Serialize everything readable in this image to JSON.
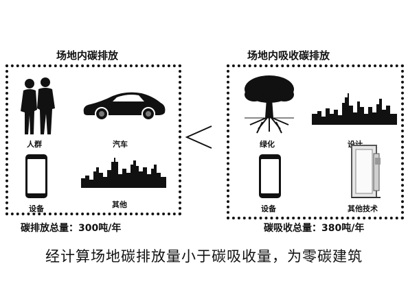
{
  "left_panel": {
    "title": "场地内碳排放",
    "items": [
      {
        "label": "人群",
        "icon": "people-icon"
      },
      {
        "label": "汽车",
        "icon": "car-icon"
      },
      {
        "label": "设备",
        "icon": "phone-icon"
      },
      {
        "label": "其他",
        "icon": "city-skyline-icon"
      }
    ],
    "total": "碳排放总量：300吨/年"
  },
  "comparator": "<",
  "right_panel": {
    "title": "场地内吸收碳排放",
    "items": [
      {
        "label": "绿化",
        "icon": "tree-icon"
      },
      {
        "label": "设计",
        "icon": "city-skyline-icon"
      },
      {
        "label": "设备",
        "icon": "phone-icon"
      },
      {
        "label": "其他技术",
        "icon": "panel-device-icon"
      }
    ],
    "total": "碳吸收总量：380吨/年"
  },
  "conclusion": "经计算场地碳排放量小于碳吸收量，为零碳建筑"
}
